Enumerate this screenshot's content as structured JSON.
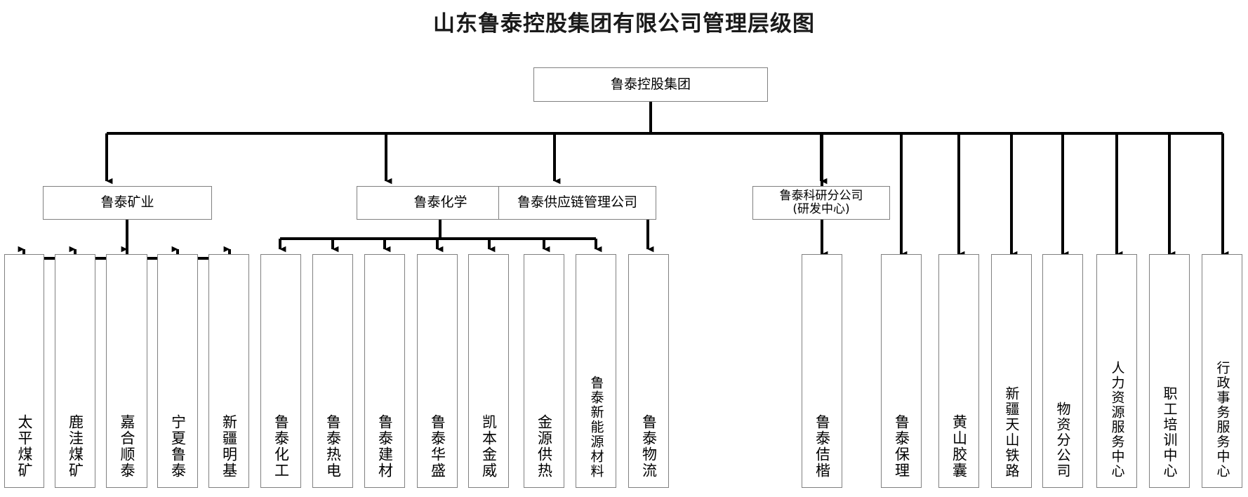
{
  "chart_data": {
    "type": "diagram",
    "title": "山东鲁泰控股集团有限公司管理层级图",
    "orientation": "top-down",
    "colors": {
      "box_border": "#808080",
      "box_fill": "#ffffff",
      "connector": "#000000",
      "text": "#000000"
    }
  },
  "title": "山东鲁泰控股集团有限公司管理层级图",
  "root": {
    "label": "鲁泰控股集团"
  },
  "divisions": [
    {
      "label": "鲁泰矿业"
    },
    {
      "label": "鲁泰化学"
    },
    {
      "label": "鲁泰供应链管理公司"
    },
    {
      "label": "鲁泰科研分公司\n(研发中心)"
    }
  ],
  "mining_units": [
    {
      "label": "太平煤矿"
    },
    {
      "label": "鹿洼煤矿"
    },
    {
      "label": "嘉合顺泰"
    },
    {
      "label": "宁夏鲁泰"
    },
    {
      "label": "新疆明基"
    }
  ],
  "chemical_units": [
    {
      "label": "鲁泰化工"
    },
    {
      "label": "鲁泰热电"
    },
    {
      "label": "鲁泰建材"
    },
    {
      "label": "鲁泰华盛"
    },
    {
      "label": "凯本金威"
    },
    {
      "label": "金源供热"
    },
    {
      "label": "鲁泰新能源材料"
    }
  ],
  "supplychain_units": [
    {
      "label": "鲁泰物流"
    }
  ],
  "group_units": [
    {
      "label": "鲁泰佶楷"
    },
    {
      "label": "鲁泰保理"
    },
    {
      "label": "黄山胶囊"
    },
    {
      "label": "新疆天山铁路"
    },
    {
      "label": "物资分公司"
    },
    {
      "label": "人力资源服务中心"
    },
    {
      "label": "职工培训中心"
    },
    {
      "label": "行政事务服务中心"
    }
  ]
}
